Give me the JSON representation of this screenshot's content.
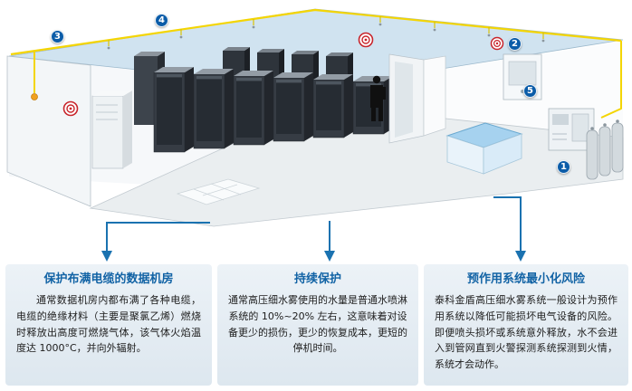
{
  "illustration": {
    "description": "isometric-datacenter-room-with-watermist-fire-protection",
    "callouts": [
      {
        "num": "1"
      },
      {
        "num": "2"
      },
      {
        "num": "3"
      },
      {
        "num": "4"
      },
      {
        "num": "5"
      }
    ],
    "elements": [
      "server-racks",
      "fire-alarm-icon",
      "manual-call-point-icon",
      "sprinkler-pipes",
      "water-tank",
      "pump-unit",
      "gas-cylinders",
      "control-panel",
      "doorway",
      "person-figure",
      "raised-floor-tiles"
    ],
    "colors": {
      "roof_blue": "#d0e3f0",
      "pipe_yellow": "#f4d503",
      "alarm_red": "#c8252c",
      "callout_blue": "#0b5ca8",
      "arrow_blue": "#1a72b0",
      "tank_water_blue": "#a6d2ef"
    }
  },
  "boxes": [
    {
      "title": "保护布满电缆的数据机房",
      "body": "通常数据机房内都布满了各种电缆，电缆的绝缘材料（主要是聚氯乙烯）燃烧时释放出高度可燃烧气体，该气体火焰温度达 1000°C，并向外辐射。"
    },
    {
      "title": "持续保护",
      "body": "通常高压细水雾使用的水量是普通水喷淋系统的 10%~20% 左右，这意味着对设备更少的损伤，更少的恢复成本，更短的停机时间。"
    },
    {
      "title": "预作用系统最小化风险",
      "body": "泰科金盾高压细水雾系统一般设计为预作用系统以降低可能损坏电气设备的风险。即便喷头损坏或系统意外释放，水不会进入到管网直到火警探测系统探测到火情，系统才会动作。"
    }
  ],
  "theme": {
    "box_title_color": "#1263a5",
    "box_background": "#e4edf3",
    "page_background": "#ffffff"
  }
}
